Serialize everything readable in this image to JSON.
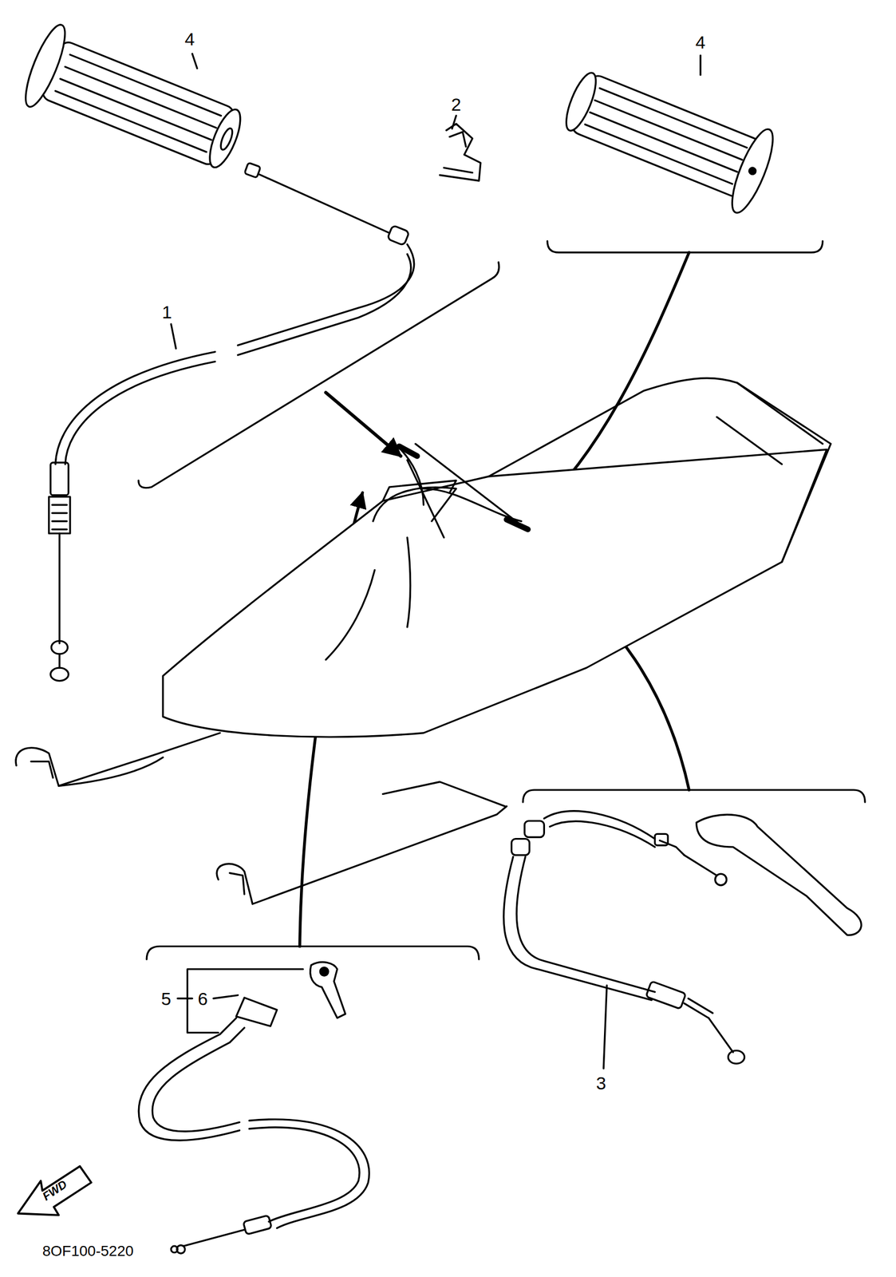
{
  "diagram": {
    "labels": [
      "4",
      "2",
      "4",
      "1",
      "5",
      "6",
      "3",
      "FWD",
      "8OF100-5220"
    ]
  }
}
